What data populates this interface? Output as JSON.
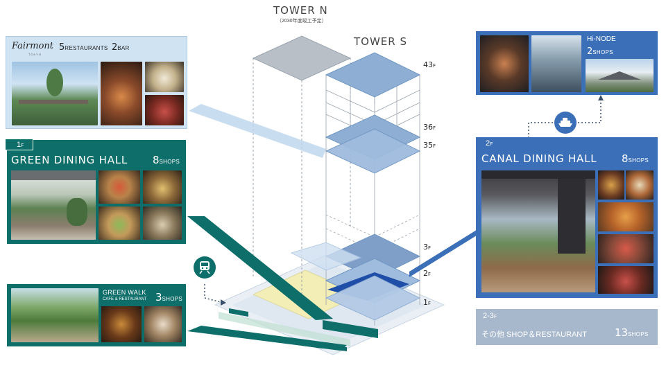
{
  "towers": {
    "north": {
      "title": "TOWER N",
      "subtitle": "（2030年度竣工予定）"
    },
    "south": {
      "title": "TOWER S"
    }
  },
  "floors": {
    "f43": {
      "num": "43",
      "unit": "F"
    },
    "f36": {
      "num": "36",
      "unit": "F"
    },
    "f35": {
      "num": "35",
      "unit": "F"
    },
    "f3": {
      "num": "3",
      "unit": "F"
    },
    "f2": {
      "num": "2",
      "unit": "F"
    },
    "f1": {
      "num": "1",
      "unit": "F"
    }
  },
  "fairmont": {
    "logo": "Fairmont",
    "logo_sub": "TOKYO",
    "restaurants_num": "5",
    "restaurants_unit": "RESTAURANTS",
    "bar_num": "2",
    "bar_unit": "BAR"
  },
  "green_dining": {
    "floor_num": "1",
    "floor_unit": "F",
    "title": "GREEN DINING HALL",
    "shops_num": "8",
    "shops_unit": "SHOPS"
  },
  "green_walk": {
    "title": "GREEN WALK",
    "subtitle": "CAFE & RESTAURANT",
    "shops_num": "3",
    "shops_unit": "SHOPS"
  },
  "hinode": {
    "title": "Hi-NODE",
    "shops_num": "2",
    "shops_unit": "SHOPS"
  },
  "canal_dining": {
    "floor_num": "2",
    "floor_unit": "F",
    "title": "CANAL DINING HALL",
    "shops_num": "8",
    "shops_unit": "SHOPS"
  },
  "other_shops": {
    "floor": "2-3",
    "floor_unit": "F",
    "label": "その他 SHOP＆RESTAURANT",
    "shops_num": "13",
    "shops_unit": "SHOPS"
  },
  "icons": {
    "train": "train-icon",
    "ship": "ship-icon"
  },
  "colors": {
    "green": "#0e6e6a",
    "blue": "#3b6fb8",
    "light_blue": "#cfe3f3",
    "grey": "#a8b8cc",
    "floor_blue": "#6f97c3",
    "dark_blue": "#1f4ea8",
    "yellow": "#f5f0b8"
  }
}
